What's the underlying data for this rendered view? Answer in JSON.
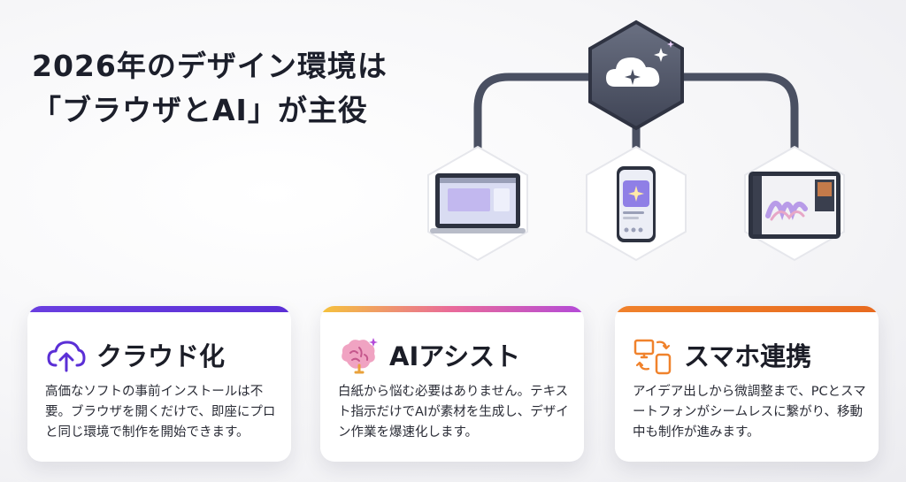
{
  "title": {
    "line1": "2026年のデザイン環境は",
    "line2": "「ブラウザとAI」が主役"
  },
  "diagram": {
    "hub_icon": "cloud-sparkle-icon",
    "devices": [
      "laptop-icon",
      "smartphone-icon",
      "tablet-icon"
    ]
  },
  "cards": [
    {
      "icon": "cloud-upload-icon",
      "title": "クラウド化",
      "body": "高価なソフトの事前インストールは不要。ブラウザを開くだけで、即座にプロと同じ環境で制作を開始できます。",
      "accent": "#5b2fd6"
    },
    {
      "icon": "brain-sparkle-icon",
      "title": "AIアシスト",
      "body": "白紙から悩む必要はありません。テキスト指示だけでAIが素材を生成し、デザイン作業を爆速化します。",
      "accent": "#e96a9a"
    },
    {
      "icon": "device-sync-icon",
      "title": "スマホ連携",
      "body": "アイデア出しから微調整まで、PCとスマートフォンがシームレスに繋がり、移動中も制作が進みます。",
      "accent": "#f0822c"
    }
  ]
}
